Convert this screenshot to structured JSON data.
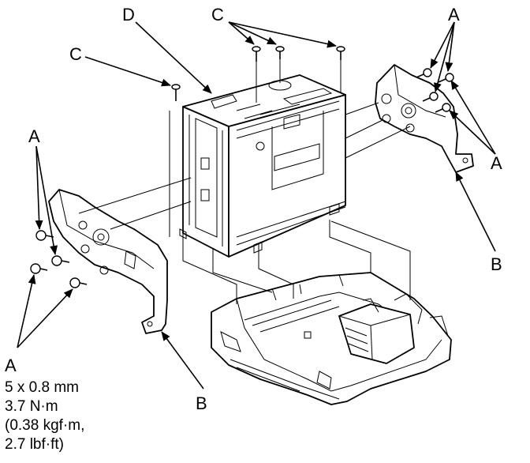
{
  "callouts": {
    "a": "A",
    "b": "B",
    "c": "C",
    "d": "D"
  },
  "spec": {
    "label": "A",
    "size": "5 x 0.8 mm",
    "torque_nm": "3.7 N·m",
    "torque_kgf": "(0.38 kgf·m,",
    "torque_lbf": "2.7 lbf·ft)"
  },
  "colors": {
    "line": "#000000",
    "background": "#ffffff"
  }
}
